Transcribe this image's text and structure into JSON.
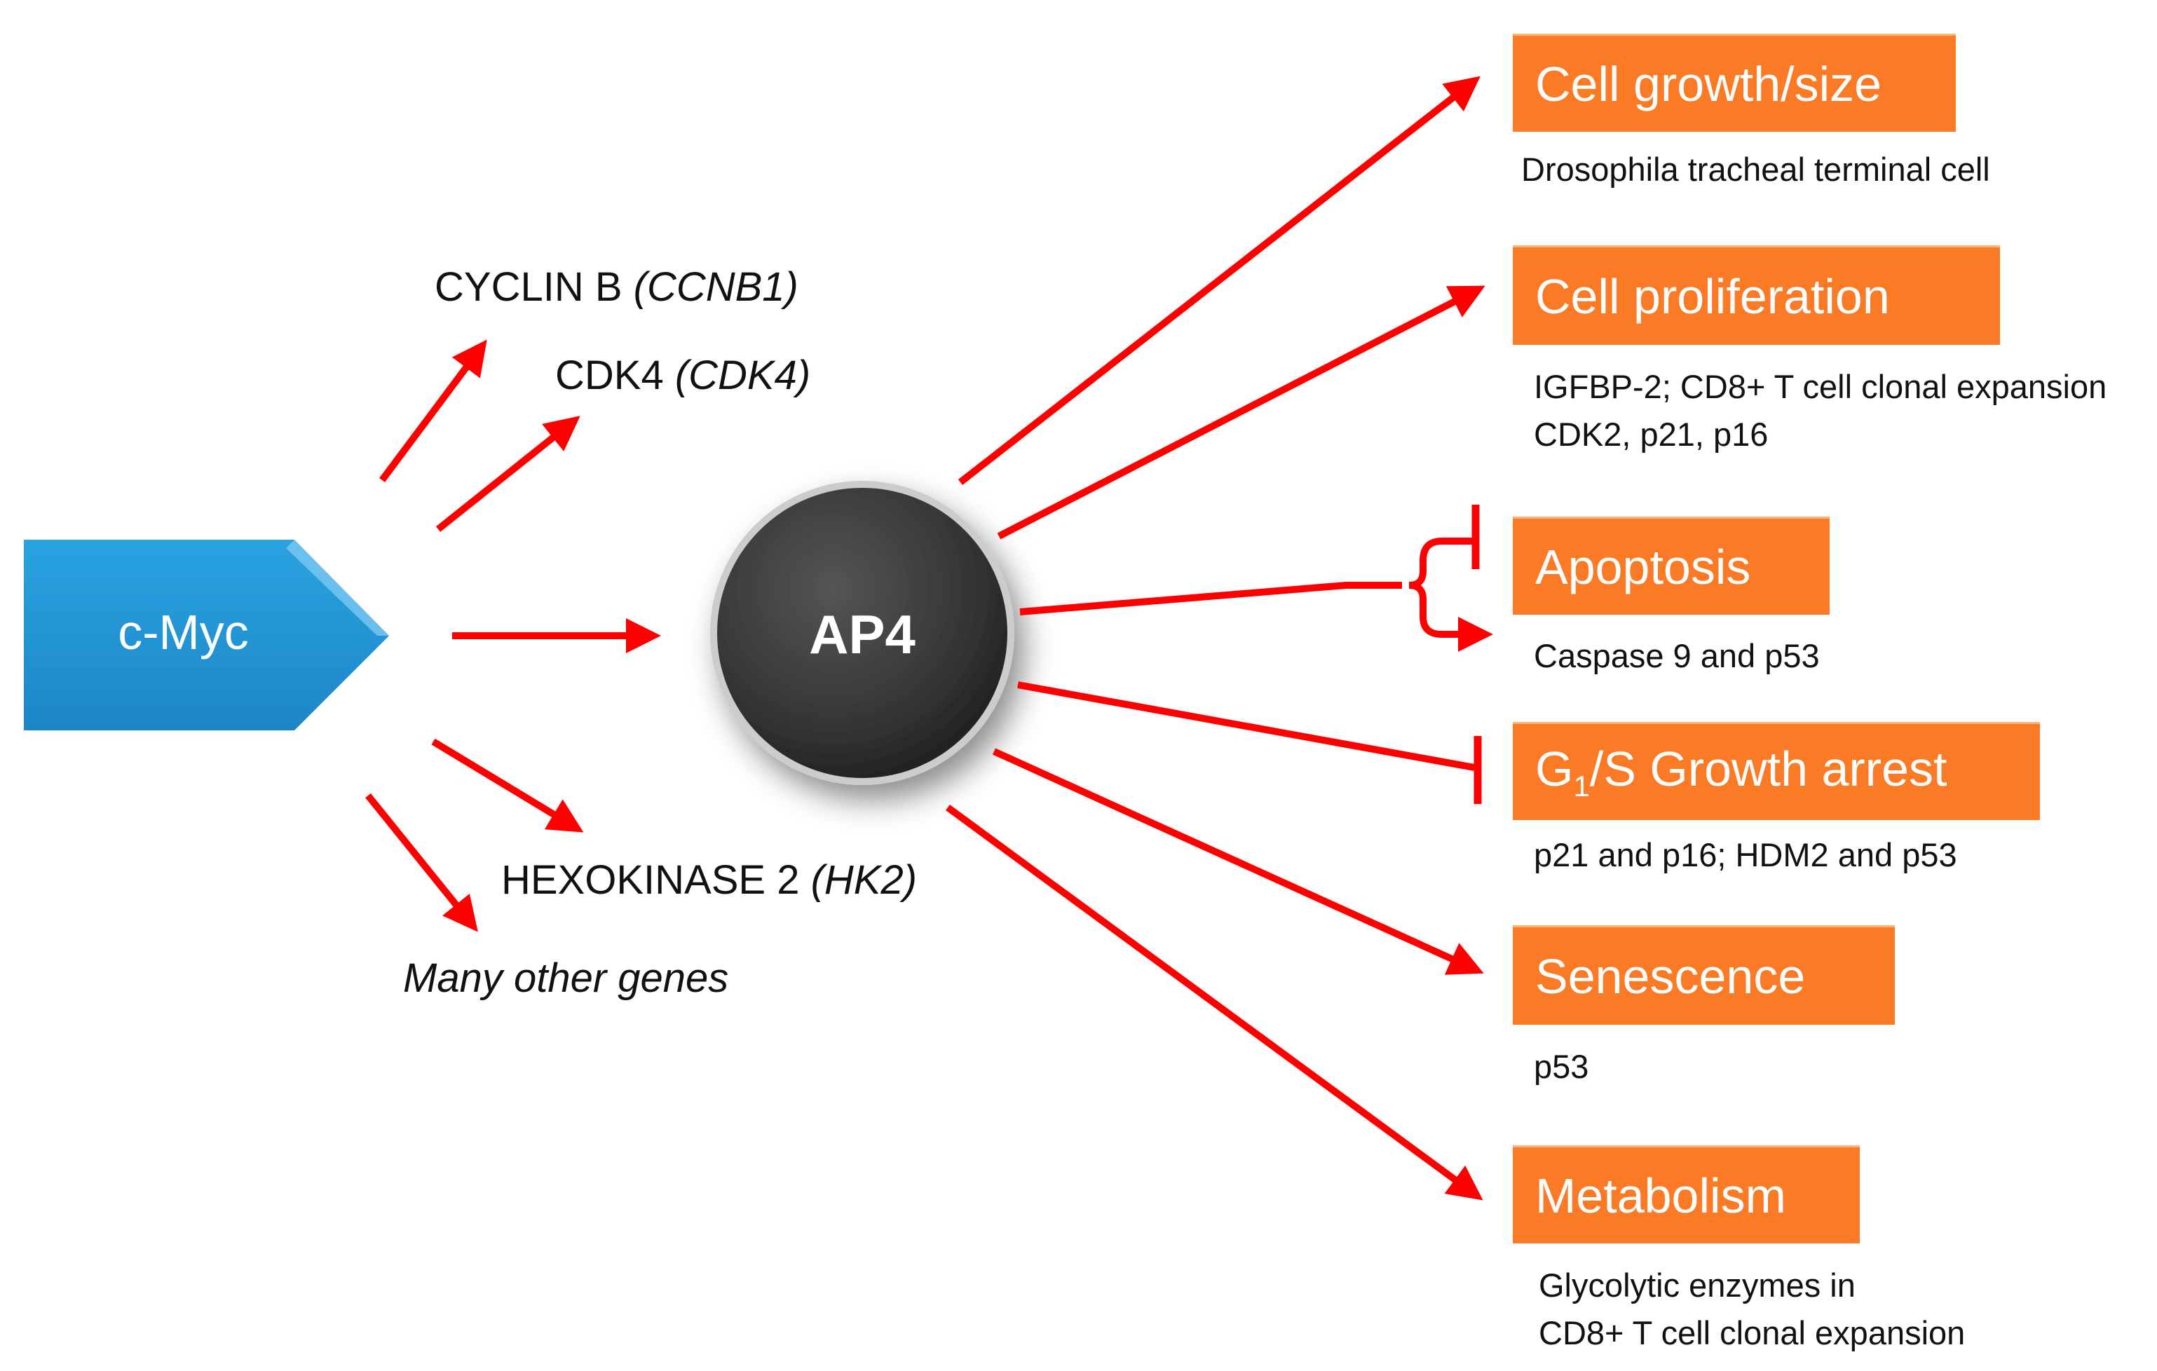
{
  "source": {
    "label": "c-Myc",
    "color": "#2597d8"
  },
  "hub": {
    "label": "AP4",
    "color": "#3a3a3a"
  },
  "arrow_color": "#ff0000",
  "outcome_color": "#fa7a25",
  "genes": [
    {
      "name": "CYCLIN B ",
      "symbol": "(CCNB1)"
    },
    {
      "name": "CDK4 ",
      "symbol": "(CDK4)"
    },
    {
      "name": "HEXOKINASE 2 ",
      "symbol": "(HK2)"
    }
  ],
  "other_genes": "Many other genes",
  "outcomes": [
    {
      "label": "Cell growth/size",
      "effect": "activates",
      "details": [
        "Drosophila tracheal terminal  cell"
      ]
    },
    {
      "label": "Cell proliferation",
      "effect": "activates",
      "details": [
        "IGFBP-2; CD8+ T cell clonal expansion",
        "CDK2, p21,  p16"
      ]
    },
    {
      "label": "Apoptosis",
      "effect": "inhibits and activates",
      "details": [
        "Caspase 9 and p53"
      ]
    },
    {
      "label_prefix": "G",
      "label_subscript": "1",
      "label_suffix": "/S Growth arrest",
      "effect": "inhibits",
      "details": [
        "p21 and p16; HDM2 and p53"
      ]
    },
    {
      "label": "Senescence",
      "effect": "activates",
      "details": [
        "p53"
      ]
    },
    {
      "label": "Metabolism",
      "effect": "activates",
      "details": [
        "Glycolytic enzymes  in",
        "CD8+ T cell clonal expansion"
      ]
    }
  ]
}
